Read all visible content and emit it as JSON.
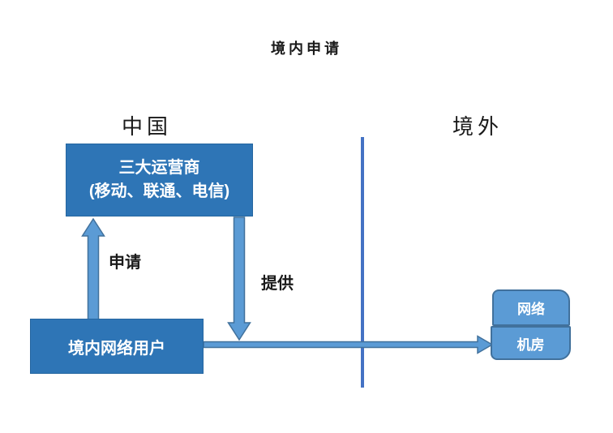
{
  "title": "境内申请",
  "regions": {
    "left_label": "中国",
    "right_label": "境外"
  },
  "nodes": {
    "operators": {
      "line1": "三大运营商",
      "line2": "(移动、联通、电信)"
    },
    "domestic_users": "境内网络用户",
    "network": "网络",
    "server_room": "机房"
  },
  "edges": {
    "apply_label": "申请",
    "provide_label": "提供"
  },
  "colors": {
    "primary_box": "#2E75B6",
    "primary_box_border": "#2566A0",
    "secondary_box": "#5B9BD5",
    "arrow_fill": "#5B9BD5",
    "arrow_stroke": "#41719C",
    "divider": "#4472C4",
    "box_text": "#FFFFFF",
    "label_text": "#1A1A1A"
  }
}
